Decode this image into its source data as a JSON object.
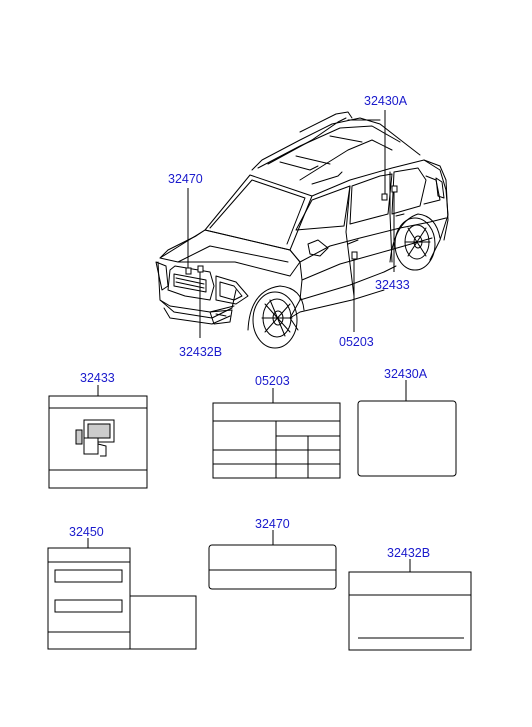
{
  "colors": {
    "callout": "#1a1acc",
    "line": "#000000",
    "background": "#ffffff"
  },
  "callouts": {
    "c32430A_top": "32430A",
    "c32470_top": "32470",
    "c32433_right": "32433",
    "c05203_right": "05203",
    "c32432B_front": "32432B"
  },
  "labels": {
    "l32433": "32433",
    "l05203": "05203",
    "l32430A": "32430A",
    "l32450": "32450",
    "l32470": "32470",
    "l32432B": "32432B"
  },
  "icons": {
    "fuel": "fuel-pump-icon"
  }
}
